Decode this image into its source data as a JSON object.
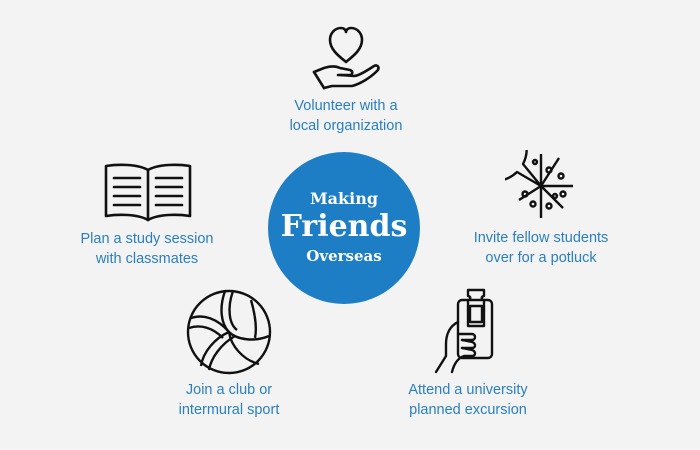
{
  "center": {
    "line1": "Making",
    "line2": "Friends",
    "line3": "Overseas",
    "color": "#1d7ec6"
  },
  "accent_text_color": "#2a7fc0",
  "items": [
    {
      "icon": "heart-in-hand-icon",
      "line1": "Volunteer with a",
      "line2": "local organization"
    },
    {
      "icon": "pizza-icon",
      "line1": "Invite fellow students",
      "line2": "over for a potluck"
    },
    {
      "icon": "phone-ticket-icon",
      "line1": "Attend a university",
      "line2": "planned excursion"
    },
    {
      "icon": "volleyball-icon",
      "line1": "Join a club or",
      "line2": "intermural sport"
    },
    {
      "icon": "open-book-icon",
      "line1": "Plan a study session",
      "line2": "with classmates"
    }
  ]
}
